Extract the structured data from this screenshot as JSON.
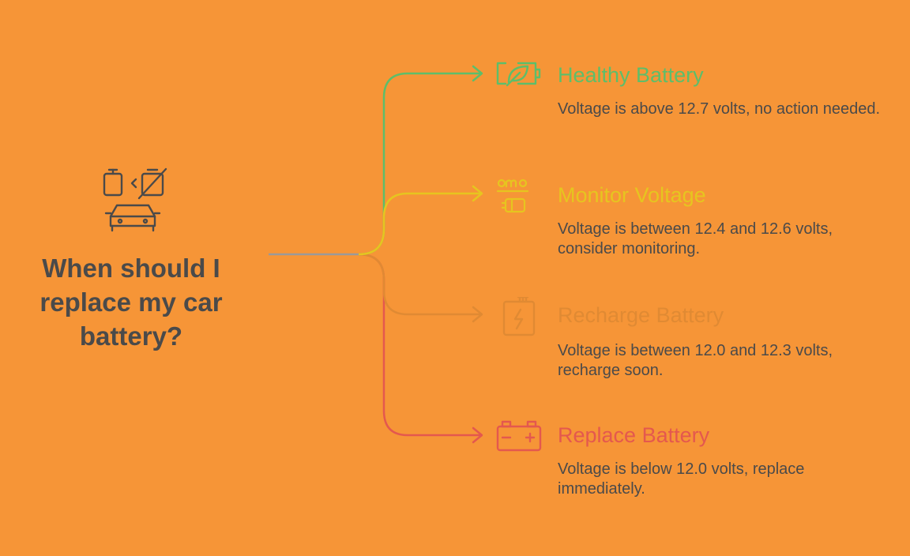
{
  "question": {
    "line1": "When should I",
    "line2": "replace my car",
    "line3": "battery?"
  },
  "colors": {
    "background": "#F69537",
    "question_text": "#4A4A4A",
    "healthy": "#5DBE6A",
    "monitor": "#E6C51F",
    "recharge": "#E08A33",
    "replace": "#E4584E",
    "stem": "#9A9A9A",
    "icon_dark": "#4A4A4A"
  },
  "options": [
    {
      "id": "healthy",
      "title": "Healthy Battery",
      "description": "Voltage is above 12.7 volts, no action needed.",
      "icon": "eco-battery-icon"
    },
    {
      "id": "monitor",
      "title": "Monitor Voltage",
      "description": "Voltage is between 12.4 and 12.6 volts, consider monitoring.",
      "icon": "voltage-meter-icon"
    },
    {
      "id": "recharge",
      "title": "Recharge Battery",
      "description": "Voltage is between 12.0 and 12.3 volts, recharge soon.",
      "icon": "charging-battery-icon"
    },
    {
      "id": "replace",
      "title": "Replace Battery",
      "description": "Voltage is below 12.0 volts, replace immediately.",
      "icon": "car-battery-icon"
    }
  ]
}
